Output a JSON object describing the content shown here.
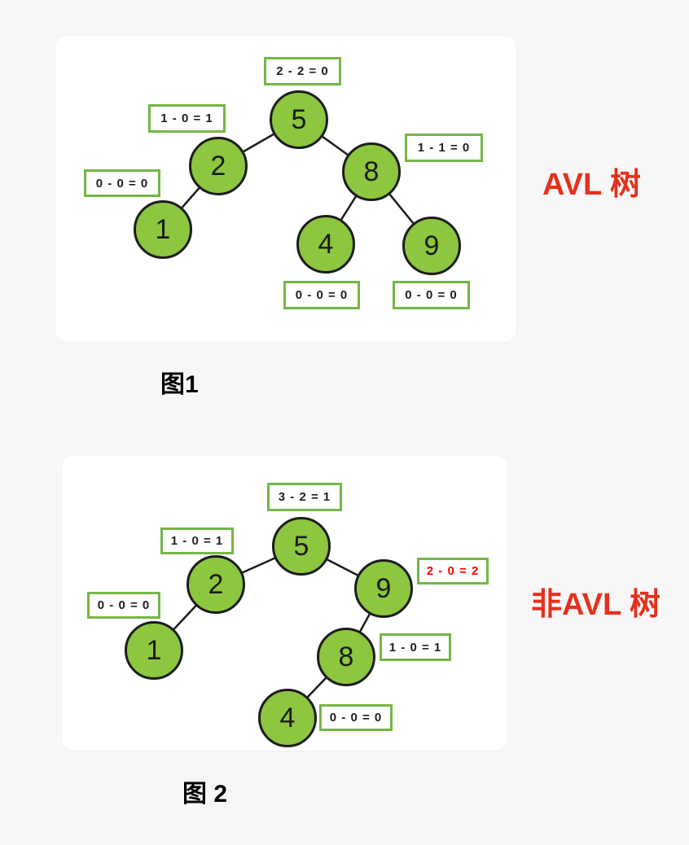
{
  "figure1": {
    "caption": "图1",
    "side_label": "AVL 树",
    "nodes": [
      {
        "value": "5",
        "balance": "2 - 2 = 0"
      },
      {
        "value": "2",
        "balance": "1 - 0 = 1"
      },
      {
        "value": "8",
        "balance": "1 - 1 = 0"
      },
      {
        "value": "1",
        "balance": "0 - 0 = 0"
      },
      {
        "value": "4",
        "balance": "0 - 0 = 0"
      },
      {
        "value": "9",
        "balance": "0 - 0 = 0"
      }
    ]
  },
  "figure2": {
    "caption": "图 2",
    "side_label": "非AVL 树",
    "nodes": [
      {
        "value": "5",
        "balance": "3 - 2 = 1"
      },
      {
        "value": "2",
        "balance": "1 - 0 = 1"
      },
      {
        "value": "9",
        "balance": "2 - 0 = 2",
        "alert": true
      },
      {
        "value": "1",
        "balance": "0 - 0 = 0"
      },
      {
        "value": "8",
        "balance": "1 - 0 = 1"
      },
      {
        "value": "4",
        "balance": "0 - 0 = 0"
      }
    ]
  },
  "colors": {
    "node_fill": "#8dc63f",
    "node_stroke": "#1c1c1c",
    "balance_border": "#74b647",
    "balance_alert_text": "#ff0000",
    "side_label_text": "#e5301d",
    "panel_background": "#ffffff",
    "page_background": "#f7f7f8"
  }
}
